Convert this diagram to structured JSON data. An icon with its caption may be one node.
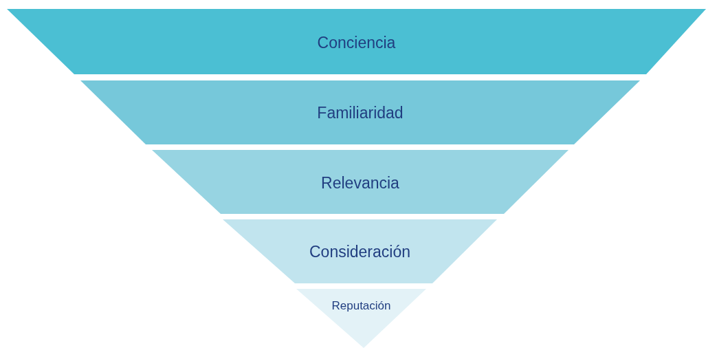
{
  "diagram": {
    "nodes": [
      {
        "text": [
          "Conciencia"
        ]
      },
      {
        "text": [
          "Familiaridad"
        ]
      },
      {
        "text": [
          "Relevancia"
        ]
      },
      {
        "text": [
          "Consideración"
        ]
      },
      {
        "text": [
          "Reputación"
        ]
      }
    ]
  }
}
